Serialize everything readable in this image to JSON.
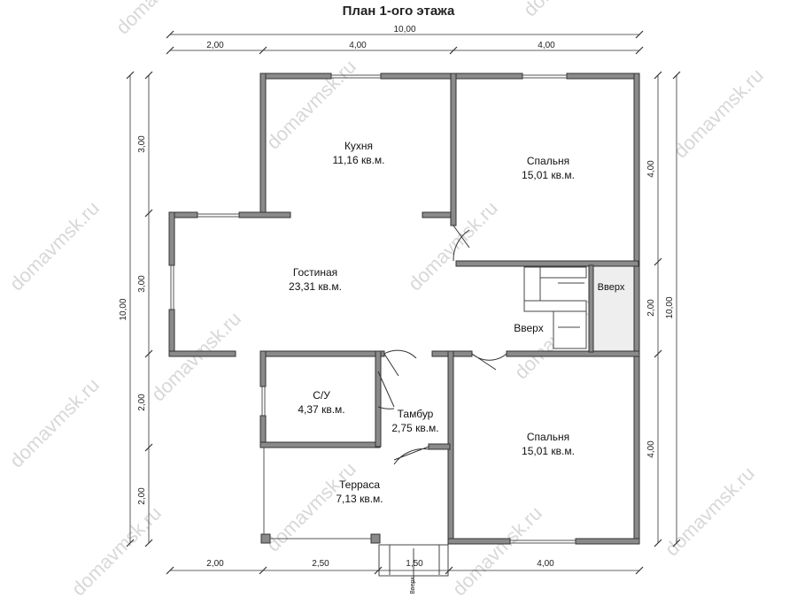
{
  "title": "План 1-ого этажа",
  "watermark": "domavmsk.ru",
  "rooms": [
    {
      "name": "Кухня",
      "area": "11,16 кв.м."
    },
    {
      "name": "Спальня",
      "area": "15,01 кв.м."
    },
    {
      "name": "Гостиная",
      "area": "23,31 кв.м."
    },
    {
      "name": "С/У",
      "area": "4,37 кв.м."
    },
    {
      "name": "Тамбур",
      "area": "2,75 кв.м."
    },
    {
      "name": "Спальня",
      "area": "15,01 кв.м."
    },
    {
      "name": "Терраса",
      "area": "7,13 кв.м."
    }
  ],
  "stairs": {
    "up_right": "Вверх",
    "up_left": "Вверх",
    "up_entrance": "Вверх"
  },
  "dimensions": {
    "top_total": "10,00",
    "top_segments": [
      "2,00",
      "4,00",
      "4,00"
    ],
    "bottom_segments": [
      "2,00",
      "2,50",
      "1,50",
      "4,00"
    ],
    "left_total": "10,00",
    "left_segments": [
      "3,00",
      "3,00",
      "2,00",
      "2,00"
    ],
    "right_total": "10,00",
    "right_segments": [
      "4,00",
      "2,00",
      "4,00"
    ]
  },
  "colors": {
    "wall": "#8a8a8a",
    "line": "#333333",
    "watermark": "#d8d8d8"
  }
}
